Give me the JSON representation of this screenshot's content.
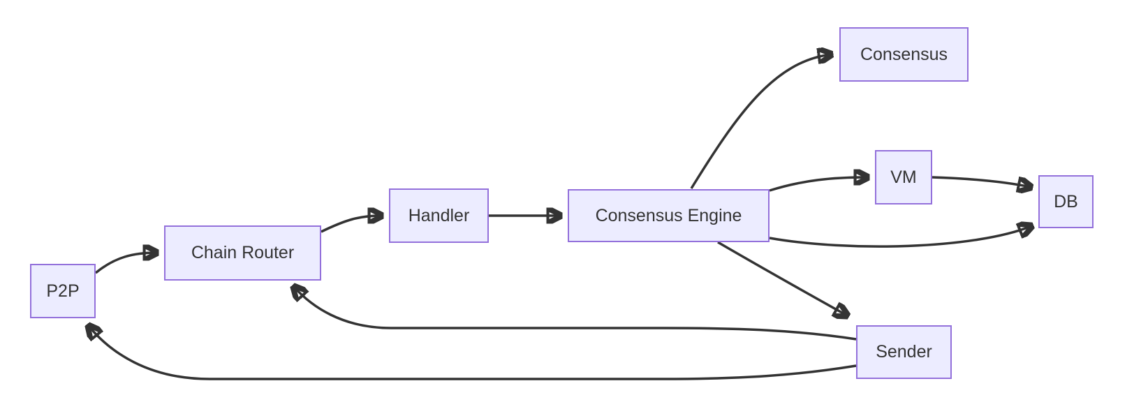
{
  "diagram": {
    "type": "flowchart",
    "direction": "left-to-right",
    "colors": {
      "background": "#FFFFFF",
      "node_fill": "#ECECFF",
      "node_border": "#9370DB",
      "edge_color": "#333333",
      "text_color": "#333333"
    },
    "nodes": [
      {
        "id": "p2p",
        "label": "P2P"
      },
      {
        "id": "chain-router",
        "label": "Chain Router"
      },
      {
        "id": "handler",
        "label": "Handler"
      },
      {
        "id": "consensus-engine",
        "label": "Consensus Engine"
      },
      {
        "id": "consensus",
        "label": "Consensus"
      },
      {
        "id": "vm",
        "label": "VM"
      },
      {
        "id": "db",
        "label": "DB"
      },
      {
        "id": "sender",
        "label": "Sender"
      }
    ],
    "edges": [
      {
        "from": "P2P",
        "to": "Chain Router"
      },
      {
        "from": "Chain Router",
        "to": "Handler"
      },
      {
        "from": "Handler",
        "to": "Consensus Engine"
      },
      {
        "from": "Consensus Engine",
        "to": "Consensus"
      },
      {
        "from": "Consensus Engine",
        "to": "VM"
      },
      {
        "from": "VM",
        "to": "DB"
      },
      {
        "from": "Consensus Engine",
        "to": "DB"
      },
      {
        "from": "Consensus Engine",
        "to": "Sender"
      },
      {
        "from": "Sender",
        "to": "Chain Router"
      },
      {
        "from": "Sender",
        "to": "P2P"
      }
    ]
  }
}
